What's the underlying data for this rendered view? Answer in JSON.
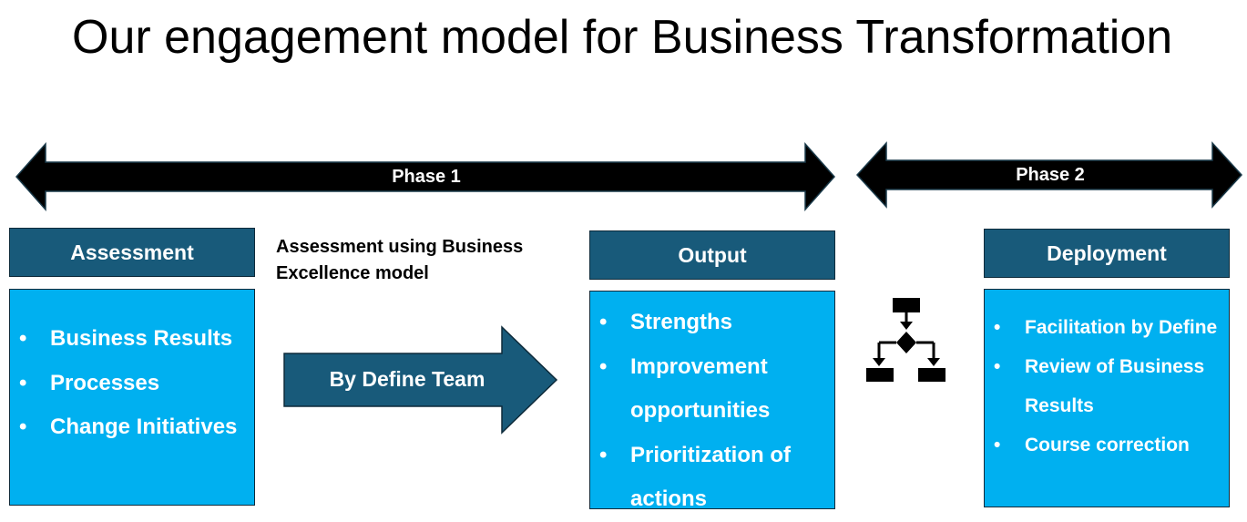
{
  "title": "Our engagement model for Business Transformation",
  "phases": [
    {
      "label": "Phase 1"
    },
    {
      "label": "Phase 2"
    }
  ],
  "assessment": {
    "header": "Assessment",
    "items": [
      "Business Results",
      "Processes",
      "Change Initiatives"
    ]
  },
  "description": "Assessment  using Business Excellence model",
  "process_arrow": {
    "label": "By Define Team"
  },
  "output": {
    "header": "Output",
    "items": [
      "Strengths",
      "Improvement opportunities",
      "Prioritization of actions"
    ]
  },
  "deployment": {
    "header": "Deployment",
    "items": [
      "Facilitation by Define",
      "Review of Business Results",
      "Course correction"
    ]
  },
  "icons": {
    "flow": "flowchart-icon"
  },
  "colors": {
    "header_fill": "#185a7a",
    "list_fill": "#00b0f0",
    "phase_arrow": "#000000",
    "text_light": "#ffffff"
  }
}
